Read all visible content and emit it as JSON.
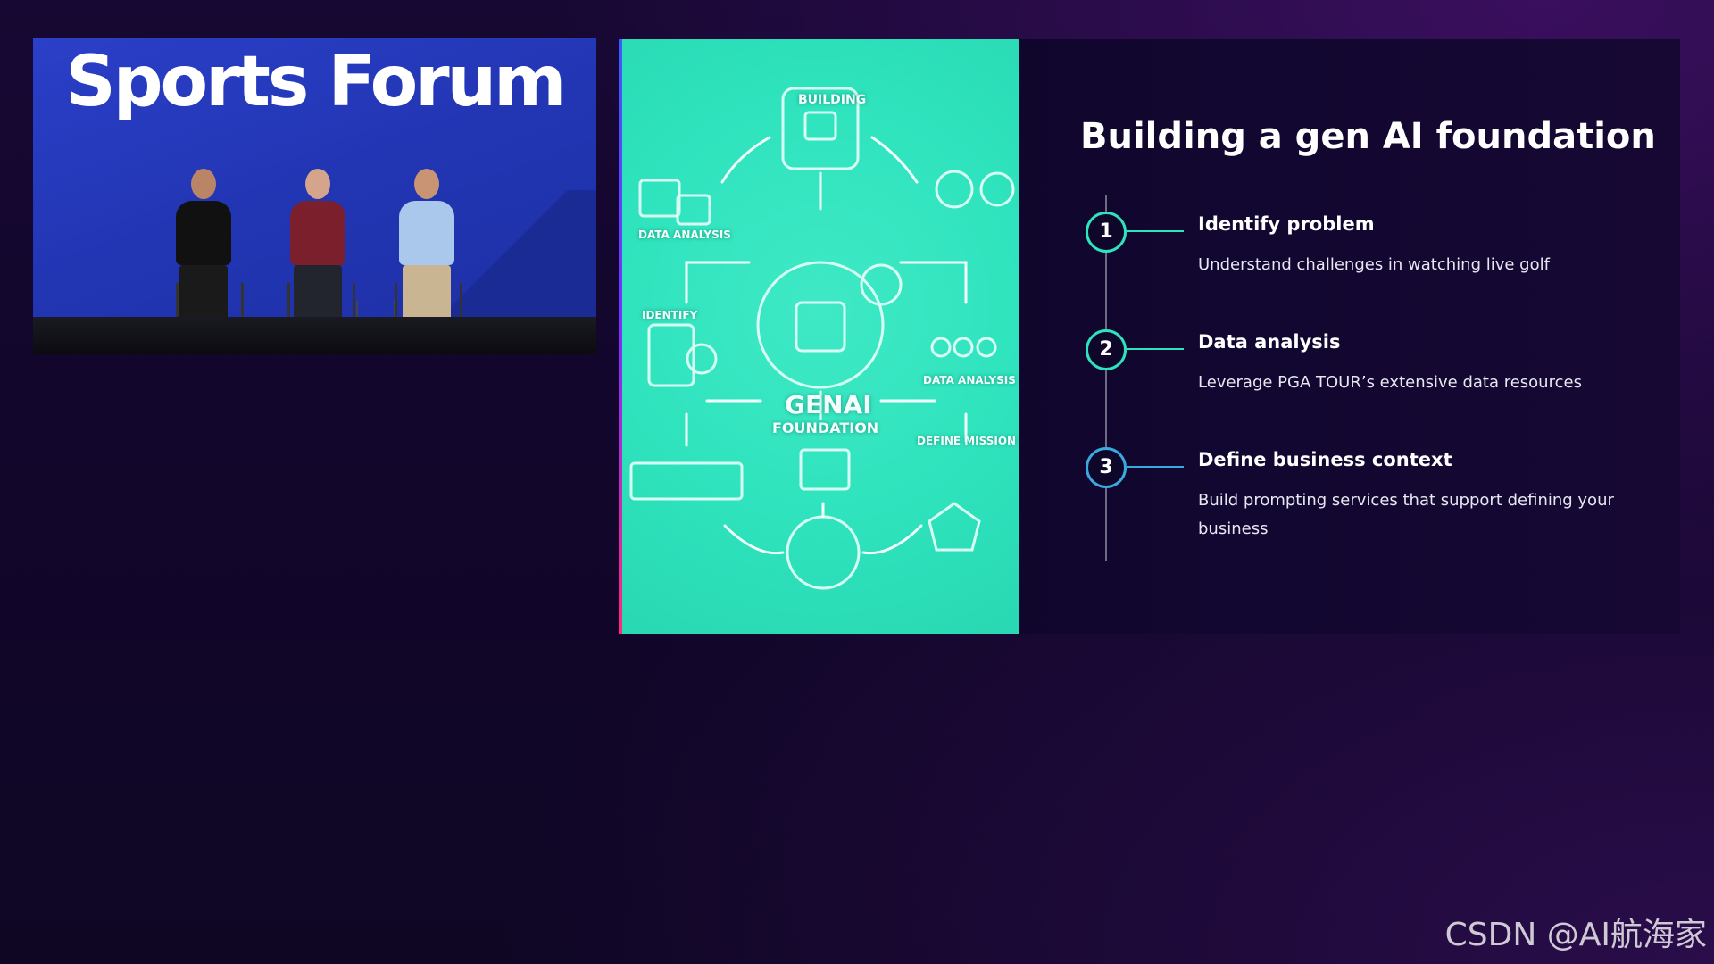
{
  "video": {
    "banner_title": "Sports Forum"
  },
  "infographic": {
    "labels": {
      "building": "BUILDING",
      "data_analysis_left": "DATA ANALYSIS",
      "identify": "IDENTIFY",
      "data_analysis_right": "DATA ANALYSIS",
      "genai": "GENAI",
      "foundation": "FOUNDATION",
      "define_mission": "DEFINE  MISSION"
    }
  },
  "slide": {
    "title": "Building a gen AI foundation",
    "steps": [
      {
        "number": "1",
        "heading": "Identify problem",
        "description": "Understand challenges in watching live golf"
      },
      {
        "number": "2",
        "heading": "Data analysis",
        "description": "Leverage PGA TOUR’s extensive data resources"
      },
      {
        "number": "3",
        "heading": "Define business context",
        "description": "Build prompting services that support defining your business"
      }
    ]
  },
  "watermark": "CSDN @AI航海家",
  "colors": {
    "teal_accent": "#2ee3bd",
    "blue_accent": "#3aa9e0",
    "background": "#12062b",
    "stage_blue": "#2b3fc8"
  }
}
